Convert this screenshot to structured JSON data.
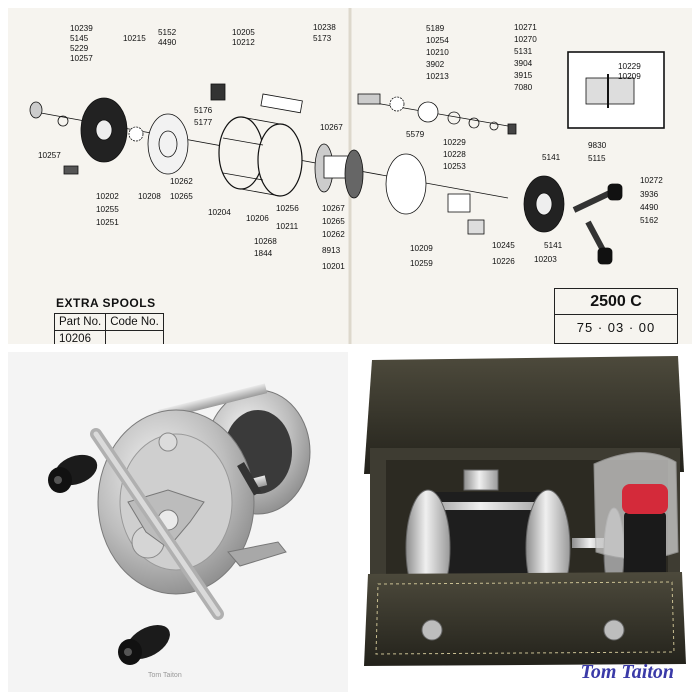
{
  "diagram": {
    "part_numbers": {
      "p10239": "10239",
      "p5145": "5145",
      "p5229": "5229",
      "p10257a": "10257",
      "p10215": "10215",
      "p5152": "5152",
      "p4490a": "4490",
      "p10205": "10205",
      "p10212": "10212",
      "p10238": "10238",
      "p5173": "5173",
      "p5189": "5189",
      "p10254": "10254",
      "p10210": "10210",
      "p3902": "3902",
      "p10213": "10213",
      "p10271": "10271",
      "p10270": "10270",
      "p5131": "5131",
      "p3904": "3904",
      "p3915": "3915",
      "p7080": "7080",
      "p10229a": "10229",
      "p10209a": "10209",
      "p5176": "5176",
      "p5177": "5177",
      "p10267a": "10267",
      "p5579": "5579",
      "p10229b": "10229",
      "p10228": "10228",
      "p10253": "10253",
      "p5141a": "5141",
      "p9830": "9830",
      "p5115": "5115",
      "p10272": "10272",
      "p3936": "3936",
      "p4490b": "4490",
      "p5162": "5162",
      "p10257b": "10257",
      "p10202": "10202",
      "p10255": "10255",
      "p10251": "10251",
      "p10208": "10208",
      "p10262a": "10262",
      "p10265a": "10265",
      "p10204": "10204",
      "p10206": "10206",
      "p10256": "10256",
      "p10211": "10211",
      "p10267b": "10267",
      "p10265b": "10265",
      "p10262b": "10262",
      "p8913": "8913",
      "p10201": "10201",
      "p10268": "10268",
      "p1844": "1844",
      "p10209b": "10209",
      "p10259": "10259",
      "p10245": "10245",
      "p10226": "10226",
      "p5141b": "5141",
      "p10203": "10203"
    },
    "extra_spools": {
      "title": "EXTRA SPOOLS",
      "col_part": "Part No.",
      "col_code": "Code No.",
      "part_value": "10206",
      "code_value": ""
    },
    "model": {
      "name": "2500 C",
      "code": "75 · 03 · 00"
    }
  },
  "photos": {
    "left_small_watermark": "Tom Taiton",
    "watermark": "Tom Taiton"
  }
}
